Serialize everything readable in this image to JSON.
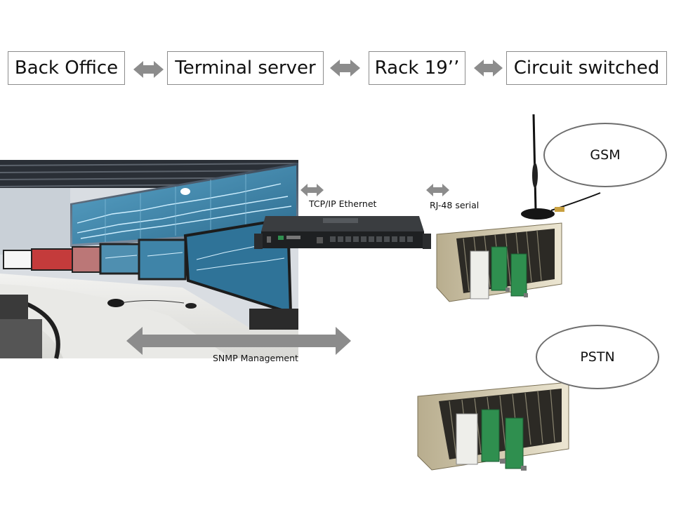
{
  "header": {
    "boxes": [
      {
        "label": "Back Office"
      },
      {
        "label": "Terminal server"
      },
      {
        "label": "Rack 19’’"
      },
      {
        "label": "Circuit switched"
      }
    ]
  },
  "networks": {
    "gsm": "GSM",
    "pstn": "PSTN"
  },
  "links": {
    "tcp_ip": "TCP/IP Ethernet",
    "rj48": "RJ-48 serial",
    "snmp": "SNMP Management"
  },
  "colors": {
    "arrow": "#8c8c8c",
    "box_border": "#8c8c8c",
    "ellipse_border": "#6e6e6e",
    "screen_glow": "#bfe7f5",
    "card_green": "#2f8f4f"
  },
  "images": {
    "control_room": "control-room-photo",
    "terminal_server": "terminal-server-photo",
    "rack_gsm": "rack-with-gsm-antenna-photo",
    "rack_pstn": "rack-photo"
  }
}
